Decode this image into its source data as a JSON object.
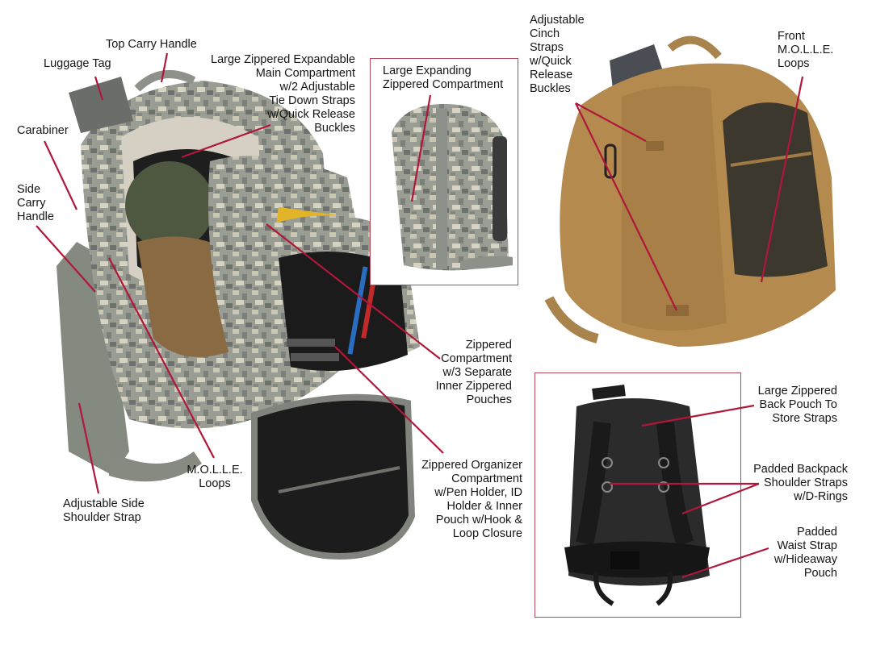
{
  "accent_color": "#b0173a",
  "inset_border_color": "#b2475c",
  "products": {
    "acu_digital_camo": {
      "name": "acu-camo-backpack-open-view",
      "callouts": [
        {
          "id": "luggage-tag",
          "text": "Luggage Tag"
        },
        {
          "id": "top-carry-handle",
          "text": "Top Carry Handle"
        },
        {
          "id": "main-compartment",
          "text": "Large Zippered Expandable\nMain Compartment\nw/2 Adjustable\nTie Down Straps\nw/Quick Release\nBuckles"
        },
        {
          "id": "carabiner",
          "text": "Carabiner"
        },
        {
          "id": "side-carry-handle",
          "text": "Side\nCarry\nHandle"
        },
        {
          "id": "molle-loops",
          "text": "M.O.L.L.E.\nLoops"
        },
        {
          "id": "adjustable-side-strap",
          "text": "Adjustable Side\nShoulder Strap"
        },
        {
          "id": "zippered-compartment-pouches",
          "text": "Zippered\nCompartment\nw/3 Separate\nInner Zippered\nPouches"
        },
        {
          "id": "organizer-compartment",
          "text": "Zippered Organizer\nCompartment\nw/Pen Holder, ID\nHolder & Inner\nPouch w/Hook &\nLoop Closure"
        }
      ]
    },
    "acu_side_inset": {
      "name": "acu-camo-backpack-side-view",
      "callouts": [
        {
          "id": "expanding-compartment",
          "text": "Large Expanding\nZippered Compartment"
        }
      ]
    },
    "coyote_brown": {
      "name": "coyote-brown-backpack-front-view",
      "callouts": [
        {
          "id": "cinch-straps",
          "text": "Adjustable\nCinch\nStraps\nw/Quick\nRelease\nBuckles"
        },
        {
          "id": "front-molle",
          "text": "Front\nM.O.L.L.E.\nLoops"
        }
      ]
    },
    "black_back_inset": {
      "name": "black-backpack-rear-view",
      "callouts": [
        {
          "id": "back-pouch",
          "text": "Large Zippered\nBack Pouch To\nStore Straps"
        },
        {
          "id": "shoulder-straps",
          "text": "Padded Backpack\nShoulder Straps\nw/D-Rings"
        },
        {
          "id": "waist-strap",
          "text": "Padded\nWaist Strap\nw/Hideaway\nPouch"
        }
      ]
    }
  }
}
